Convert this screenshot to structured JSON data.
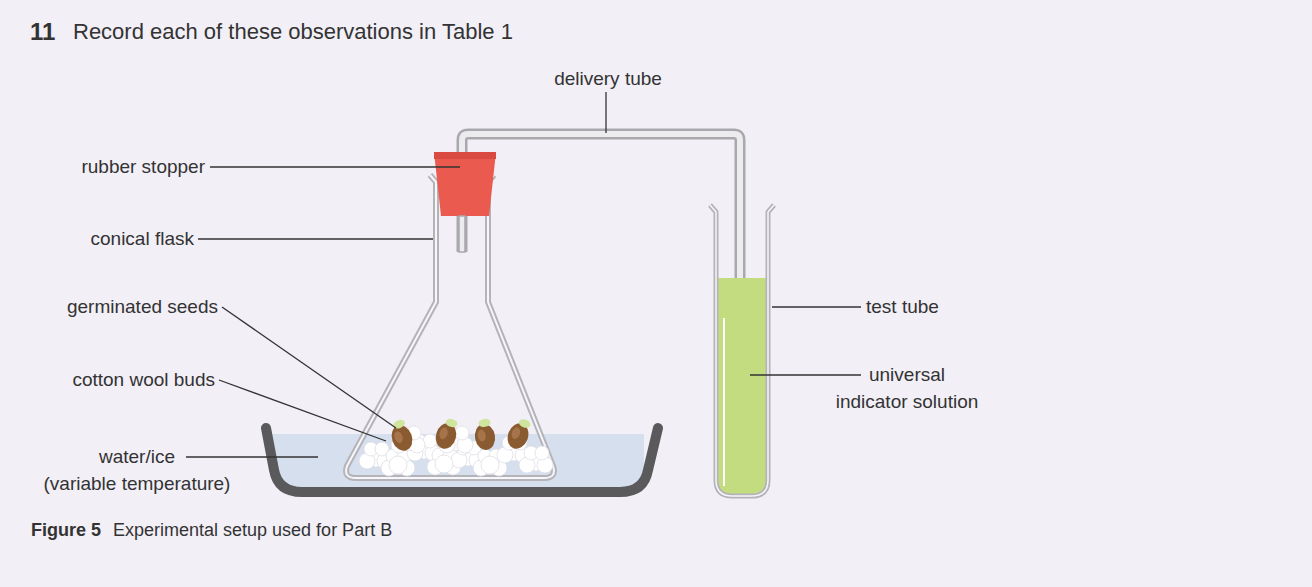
{
  "diagram": {
    "title": "Record each of these observations in Table 1",
    "caption": "Experimental setup used for Part B",
    "labels": [
      "11",
      "delivery tube",
      "rubber stopper",
      "conical flask",
      "germinated seeds",
      "cotton wool buds",
      "water/ice (variable temperature)",
      "test tube",
      "universal indicator solution",
      "Figure 5"
    ]
  }
}
